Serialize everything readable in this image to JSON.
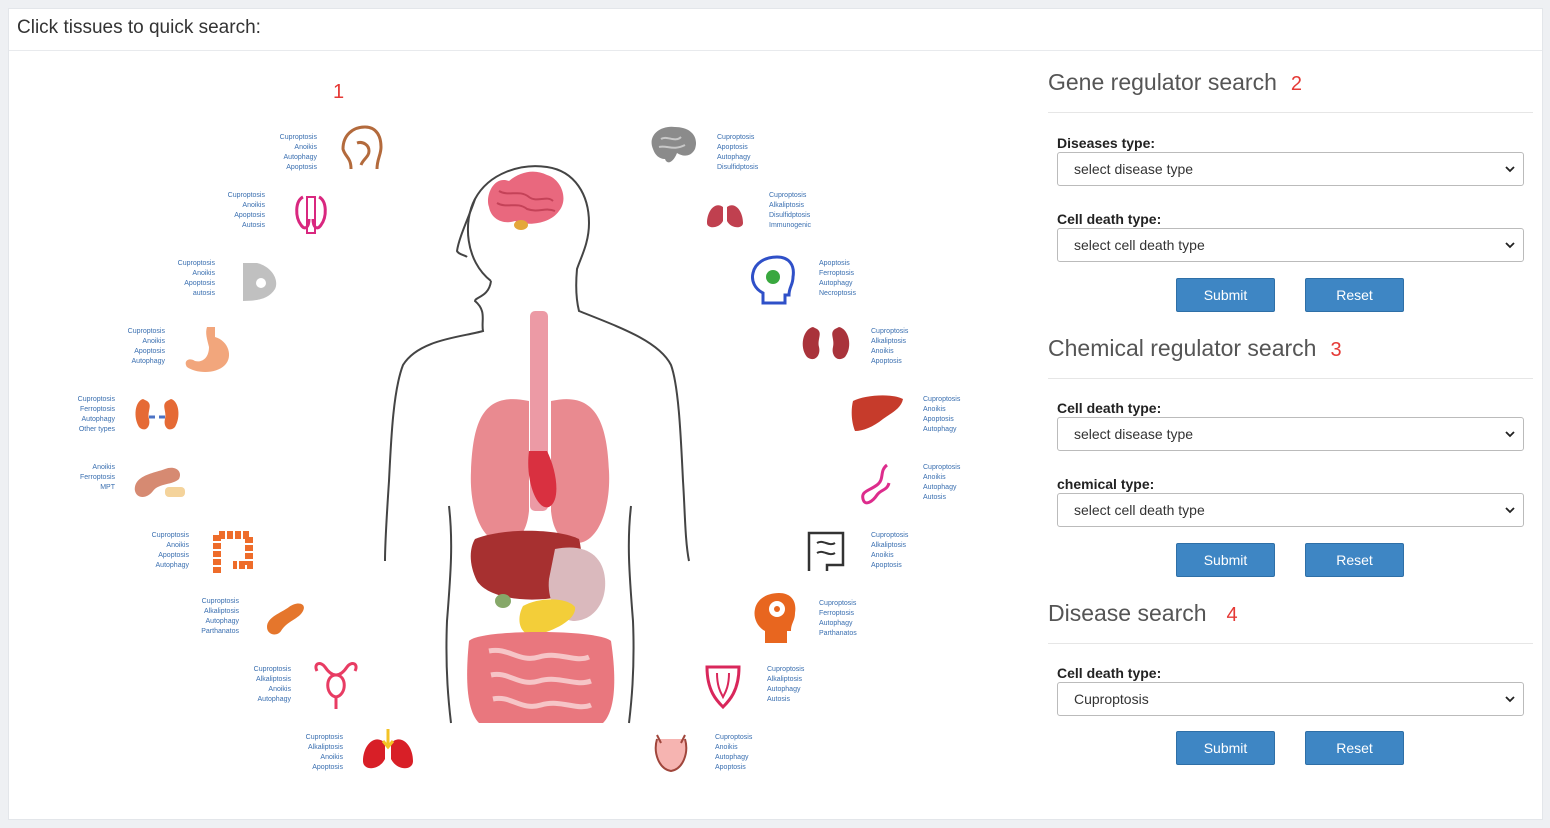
{
  "panel": {
    "title": "Click tissues to quick search:"
  },
  "markers": {
    "m1": "1",
    "m2": "2",
    "m3": "3",
    "m4": "4"
  },
  "organs_left": [
    {
      "name": "nasopharynx",
      "labels": [
        "Cuproptosis",
        "Anoikis",
        "Autophagy",
        "Apoptosis"
      ]
    },
    {
      "name": "thyroid",
      "labels": [
        "Cuproptosis",
        "Anoikis",
        "Apoptosis",
        "Autosis"
      ]
    },
    {
      "name": "breast",
      "labels": [
        "Cuproptosis",
        "Anoikis",
        "Apoptosis",
        "autosis"
      ]
    },
    {
      "name": "stomach",
      "labels": [
        "Cuproptosis",
        "Anoikis",
        "Apoptosis",
        "Autophagy"
      ]
    },
    {
      "name": "kidney",
      "labels": [
        "Cuproptosis",
        "Ferroptosis",
        "Autophagy",
        "Other types"
      ]
    },
    {
      "name": "pancreas",
      "labels": [
        "Anoikis",
        "Ferroptosis",
        "MPT"
      ]
    },
    {
      "name": "colon",
      "labels": [
        "Cuproptosis",
        "Anoikis",
        "Apoptosis",
        "Autophagy"
      ]
    },
    {
      "name": "pancreas-2",
      "labels": [
        "Cuproptosis",
        "Alkaliptosis",
        "Autophagy",
        "Parthanatos"
      ]
    },
    {
      "name": "uterus",
      "labels": [
        "Cuproptosis",
        "Alkaliptosis",
        "Anoikis",
        "Autophagy"
      ]
    },
    {
      "name": "lung-tumor",
      "labels": [
        "Cuproptosis",
        "Alkaliptosis",
        "Anoikis",
        "Apoptosis"
      ]
    }
  ],
  "organs_right": [
    {
      "name": "brain",
      "labels": [
        "Cuproptosis",
        "Apoptosis",
        "Autophagy",
        "Disulfidptosis"
      ]
    },
    {
      "name": "lung",
      "labels": [
        "Cuproptosis",
        "Alkaliptosis",
        "Disulfidptosis",
        "Immunogenic"
      ]
    },
    {
      "name": "head-mind",
      "labels": [
        "Apoptosis",
        "Ferroptosis",
        "Autophagy",
        "Necroptosis"
      ]
    },
    {
      "name": "adrenal-kidney",
      "labels": [
        "Cuproptosis",
        "Alkaliptosis",
        "Anoikis",
        "Apoptosis"
      ]
    },
    {
      "name": "liver",
      "labels": [
        "Cuproptosis",
        "Anoikis",
        "Apoptosis",
        "Autophagy"
      ]
    },
    {
      "name": "bile-duct",
      "labels": [
        "Cuproptosis",
        "Anoikis",
        "Autophagy",
        "Autosis"
      ]
    },
    {
      "name": "intestine",
      "labels": [
        "Cuproptosis",
        "Alkaliptosis",
        "Anoikis",
        "Apoptosis"
      ]
    },
    {
      "name": "brain-tumor",
      "labels": [
        "Cuproptosis",
        "Ferroptosis",
        "Autophagy",
        "Parthanatos"
      ]
    },
    {
      "name": "cervix",
      "labels": [
        "Cuproptosis",
        "Alkaliptosis",
        "Autophagy",
        "Autosis"
      ]
    },
    {
      "name": "bladder",
      "labels": [
        "Cuproptosis",
        "Anoikis",
        "Autophagy",
        "Apoptosis"
      ]
    }
  ],
  "gene_search": {
    "title": "Gene regulator search",
    "disease_label": "Diseases type:",
    "disease_value": "select disease type",
    "celldeath_label": "Cell death type:",
    "celldeath_value": "select cell death type",
    "submit": "Submit",
    "reset": "Reset"
  },
  "chemical_search": {
    "title": "Chemical regulator search",
    "celldeath_label": "Cell death type:",
    "celldeath_value": "select disease type",
    "chemical_label": "chemical type:",
    "chemical_value": "select cell death type",
    "submit": "Submit",
    "reset": "Reset"
  },
  "disease_search": {
    "title": "Disease search",
    "celldeath_label": "Cell death type:",
    "celldeath_value": "Cuproptosis",
    "submit": "Submit",
    "reset": "Reset"
  },
  "colors": {
    "button": "#3e86c4",
    "marker": "#e53935",
    "label": "#3a6fb0"
  }
}
